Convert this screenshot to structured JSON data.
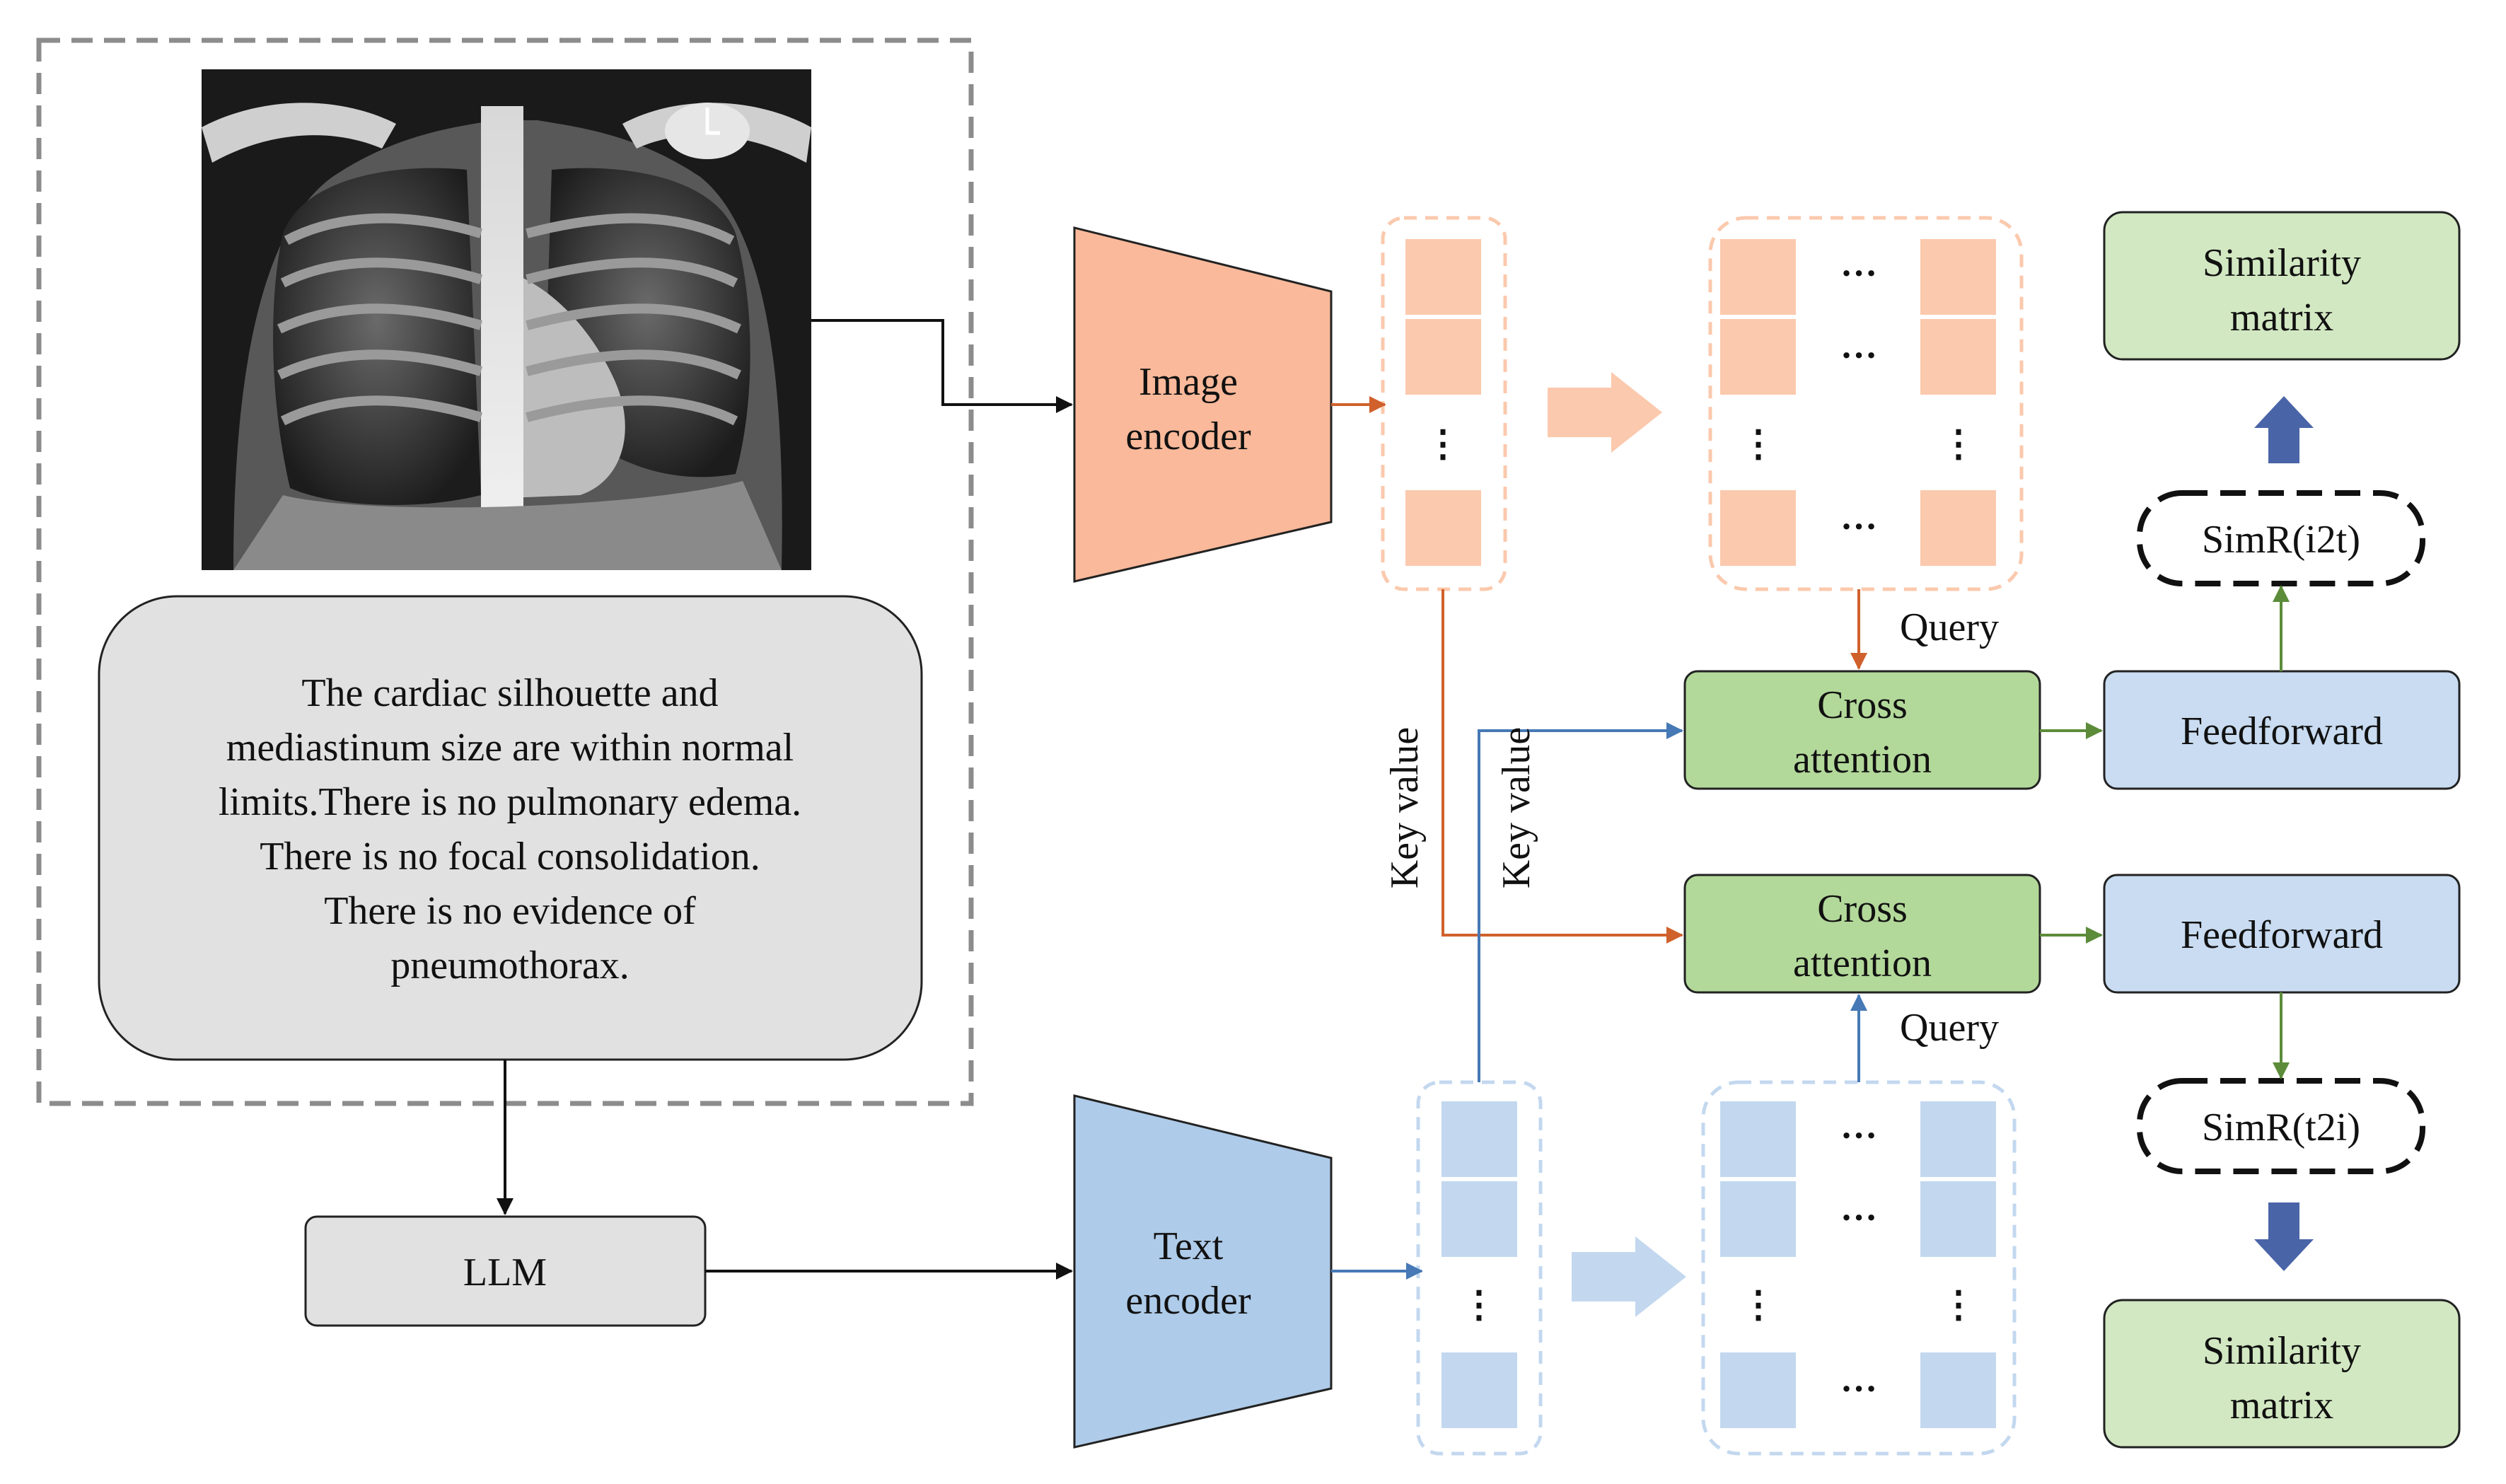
{
  "image_encoder": {
    "line1": "Image",
    "line2": "encoder"
  },
  "text_encoder": {
    "line1": "Text",
    "line2": "encoder"
  },
  "report_lines": [
    "The cardiac silhouette and",
    "mediastinum size are within normal",
    "limits.There is no pulmonary edema.",
    "There is no focal consolidation.",
    "There is no evidence of",
    "pneumothorax."
  ],
  "llm_label": "LLM",
  "cross_attention_top": {
    "line1": "Cross",
    "line2": "attention"
  },
  "cross_attention_bottom": {
    "line1": "Cross",
    "line2": "attention"
  },
  "feedforward_top": "Feedforward",
  "feedforward_bottom": "Feedforward",
  "simr_i2t": "SimR(i2t)",
  "simr_t2i": "SimR(t2i)",
  "similarity_top": {
    "line1": "Similarity",
    "line2": "matrix"
  },
  "similarity_bottom": {
    "line1": "Similarity",
    "line2": "matrix"
  },
  "query_top": "Query",
  "query_bottom": "Query",
  "key_value_1": "Key value",
  "key_value_2": "Key value",
  "ellipsis": "…",
  "vdots": "⋮",
  "colors": {
    "image_fill": "#f9b99a",
    "token_orange": "#fbc9ad",
    "text_fill": "#aecbe9",
    "token_blue": "#c3d8ef",
    "green": "#b3d99a",
    "light_green": "#d2e8c2",
    "light_blue": "#c9dcf1",
    "gray_box": "#e1e1e1",
    "orange_line": "#d0612c",
    "blue_line": "#4679b5",
    "green_line": "#5c8c3a",
    "navy_arrow": "#4a64a8"
  }
}
